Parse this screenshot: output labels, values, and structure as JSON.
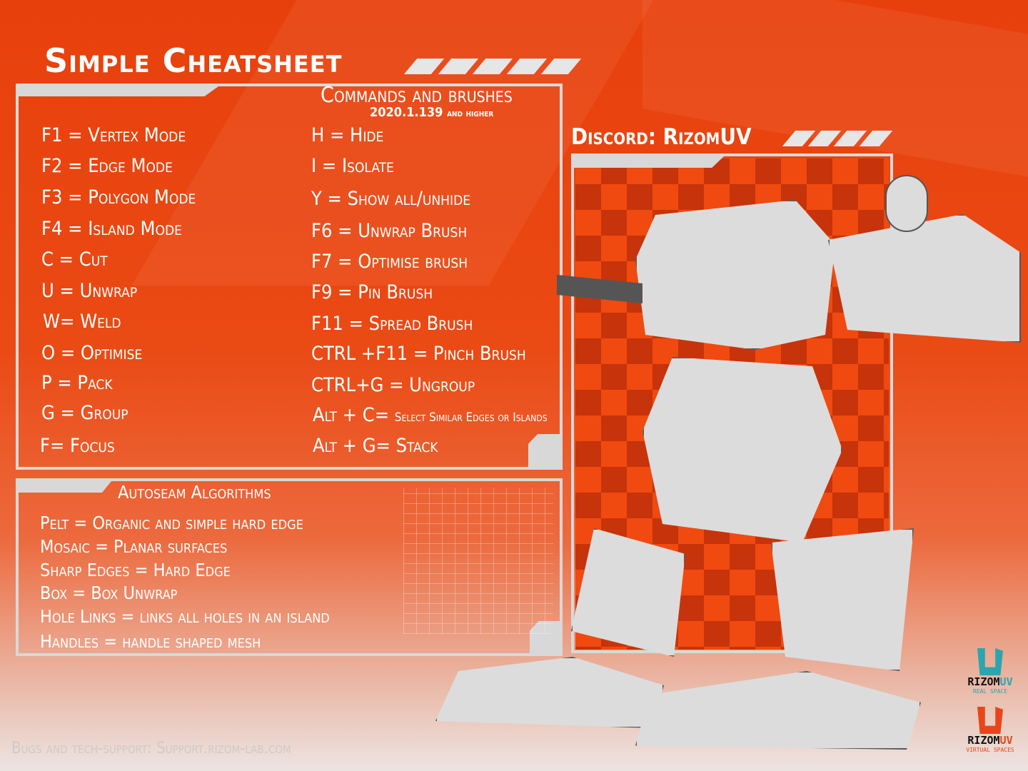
{
  "title": "Simple Cheatsheet",
  "commands": {
    "header": "Commands and brushes",
    "version": "2020.1.139",
    "version_suffix": "and higher",
    "left": [
      "F1 = Vertex Mode",
      "F2 = Edge Mode",
      "F3 = Polygon Mode",
      "F4 = Island Mode",
      "C = Cut",
      "U = Unwrap",
      "W= Weld",
      "O = Optimise",
      "P = Pack",
      "G = Group",
      "F= Focus"
    ],
    "right": [
      "H = Hide",
      "I = Isolate",
      "Y = Show all/unhide",
      "F6 = Unwrap Brush",
      "F7 = Optimise brush",
      "F9 = Pin Brush",
      "F11 = Spread Brush",
      "CTRL +F11 = Pinch Brush",
      "CTRL+G = Ungroup"
    ],
    "alt_c_key": "Alt + C=",
    "alt_c_desc": "Select Similar Edges or Islands",
    "alt_g": "Alt + G= Stack"
  },
  "autoseam": {
    "header": "Autoseam Algorithms",
    "items": [
      "Pelt = Organic and simple hard edge",
      "Mosaic = Planar surfaces",
      "Sharp Edges =  Hard Edge",
      "Box = Box Unwrap",
      "Hole Links = links all holes in an island",
      "Handles = handle shaped mesh"
    ]
  },
  "discord": "Discord: RizomUV",
  "footer": "Bugs and tech-support: Support.rizom-lab.com",
  "logos": [
    {
      "name": "RIZOM",
      "accent": "UV",
      "sub": "REAL SPACE",
      "color": "#2aa6b0"
    },
    {
      "name": "RIZOM",
      "accent": "UV",
      "sub": "VIRTUAL SPACES",
      "color": "#e8461a"
    }
  ]
}
